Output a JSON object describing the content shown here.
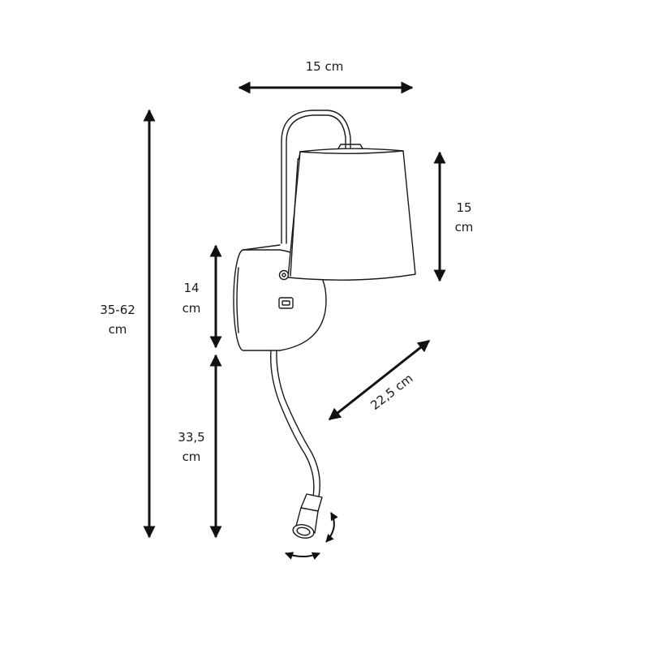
{
  "colors": {
    "stroke": "#1a1a1a",
    "background": "#ffffff"
  },
  "dimensions": {
    "shade_width": {
      "line1": "15 cm",
      "line2": ""
    },
    "shade_height": {
      "line1": "15",
      "line2": "cm"
    },
    "total_height": {
      "line1": "35-62",
      "line2": "cm"
    },
    "plate_height": {
      "line1": "14",
      "line2": "cm"
    },
    "arm_height": {
      "line1": "33,5",
      "line2": "cm"
    },
    "reach": {
      "line1": "22,5 cm",
      "line2": ""
    }
  }
}
